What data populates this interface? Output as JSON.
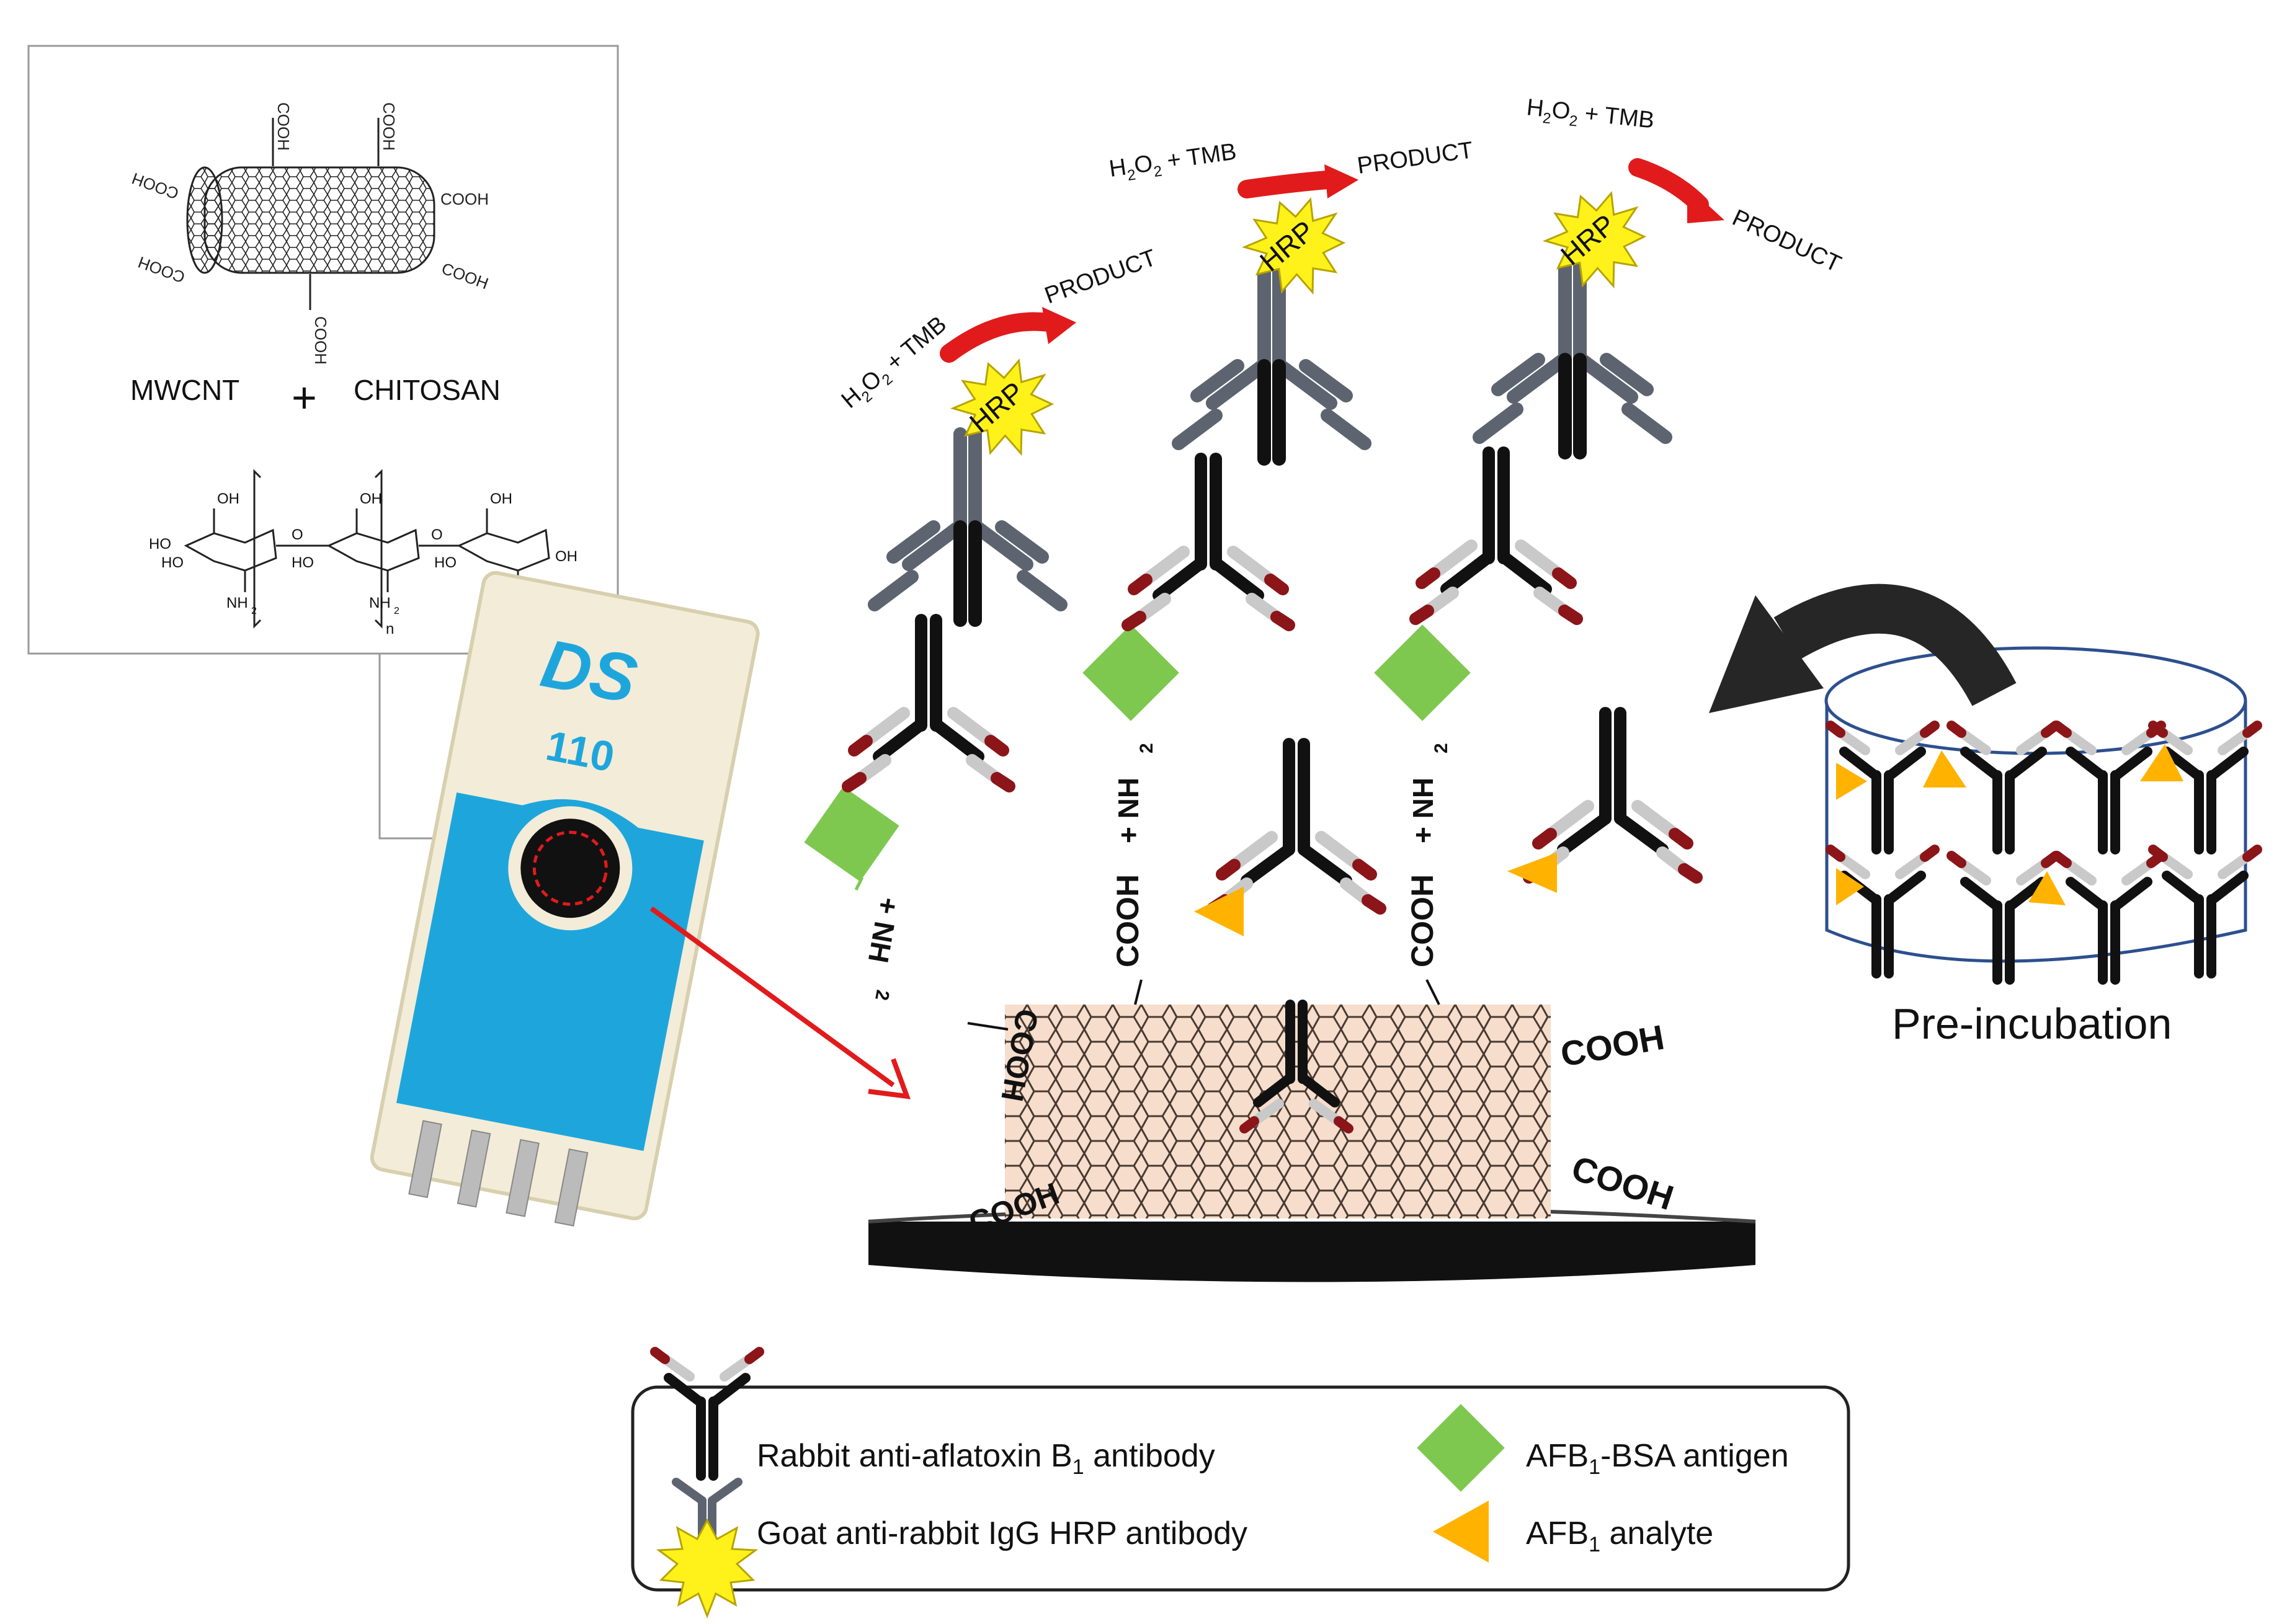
{
  "inset": {
    "cnt_group_label": "COOH",
    "mwcnt_label": "MWCNT",
    "plus": "+",
    "chitosan_label": "CHITOSAN",
    "chem": {
      "oh": "OH",
      "ho": "HO",
      "nh2": "NH",
      "sub2": "2",
      "o": "O",
      "n": "n"
    }
  },
  "strip": {
    "brand": "DS",
    "model": "110"
  },
  "reactions": {
    "reagent_main": "H",
    "reagent_sub": "2",
    "reagent_o": "O",
    "reagent_rest": " + TMB",
    "product": "PRODUCT",
    "enzyme": "HRP"
  },
  "links": {
    "cooh": "COOH",
    "plus_nh": "+ NH",
    "sub2": "2"
  },
  "preincubation_label": "Pre-incubation",
  "legend": {
    "rabbit_pre": "Rabbit anti-aflatoxin B",
    "rabbit_sub": "1",
    "rabbit_post": " antibody",
    "goat": "Goat anti-rabbit IgG HRP antibody",
    "antigen_pre": "AFB",
    "antigen_sub": "1",
    "antigen_post": "-BSA antigen",
    "analyte_pre": "AFB",
    "analyte_sub": "1",
    "analyte_post": "  analyte"
  },
  "colors": {
    "rabbit_ab": "#111111",
    "goat_ab": "#5d6470",
    "ab_tip": "#8b1518",
    "ab_tip_light": "#c9c9c9",
    "antigen": "#7ec850",
    "analyte": "#ffb200",
    "hrp": "#fff21a",
    "arrow_red": "#e11b1b",
    "strip_blue": "#1ea6dc",
    "cnt_fill": "#f6ddcc",
    "cylinder_stroke": "#2d4f8f"
  }
}
